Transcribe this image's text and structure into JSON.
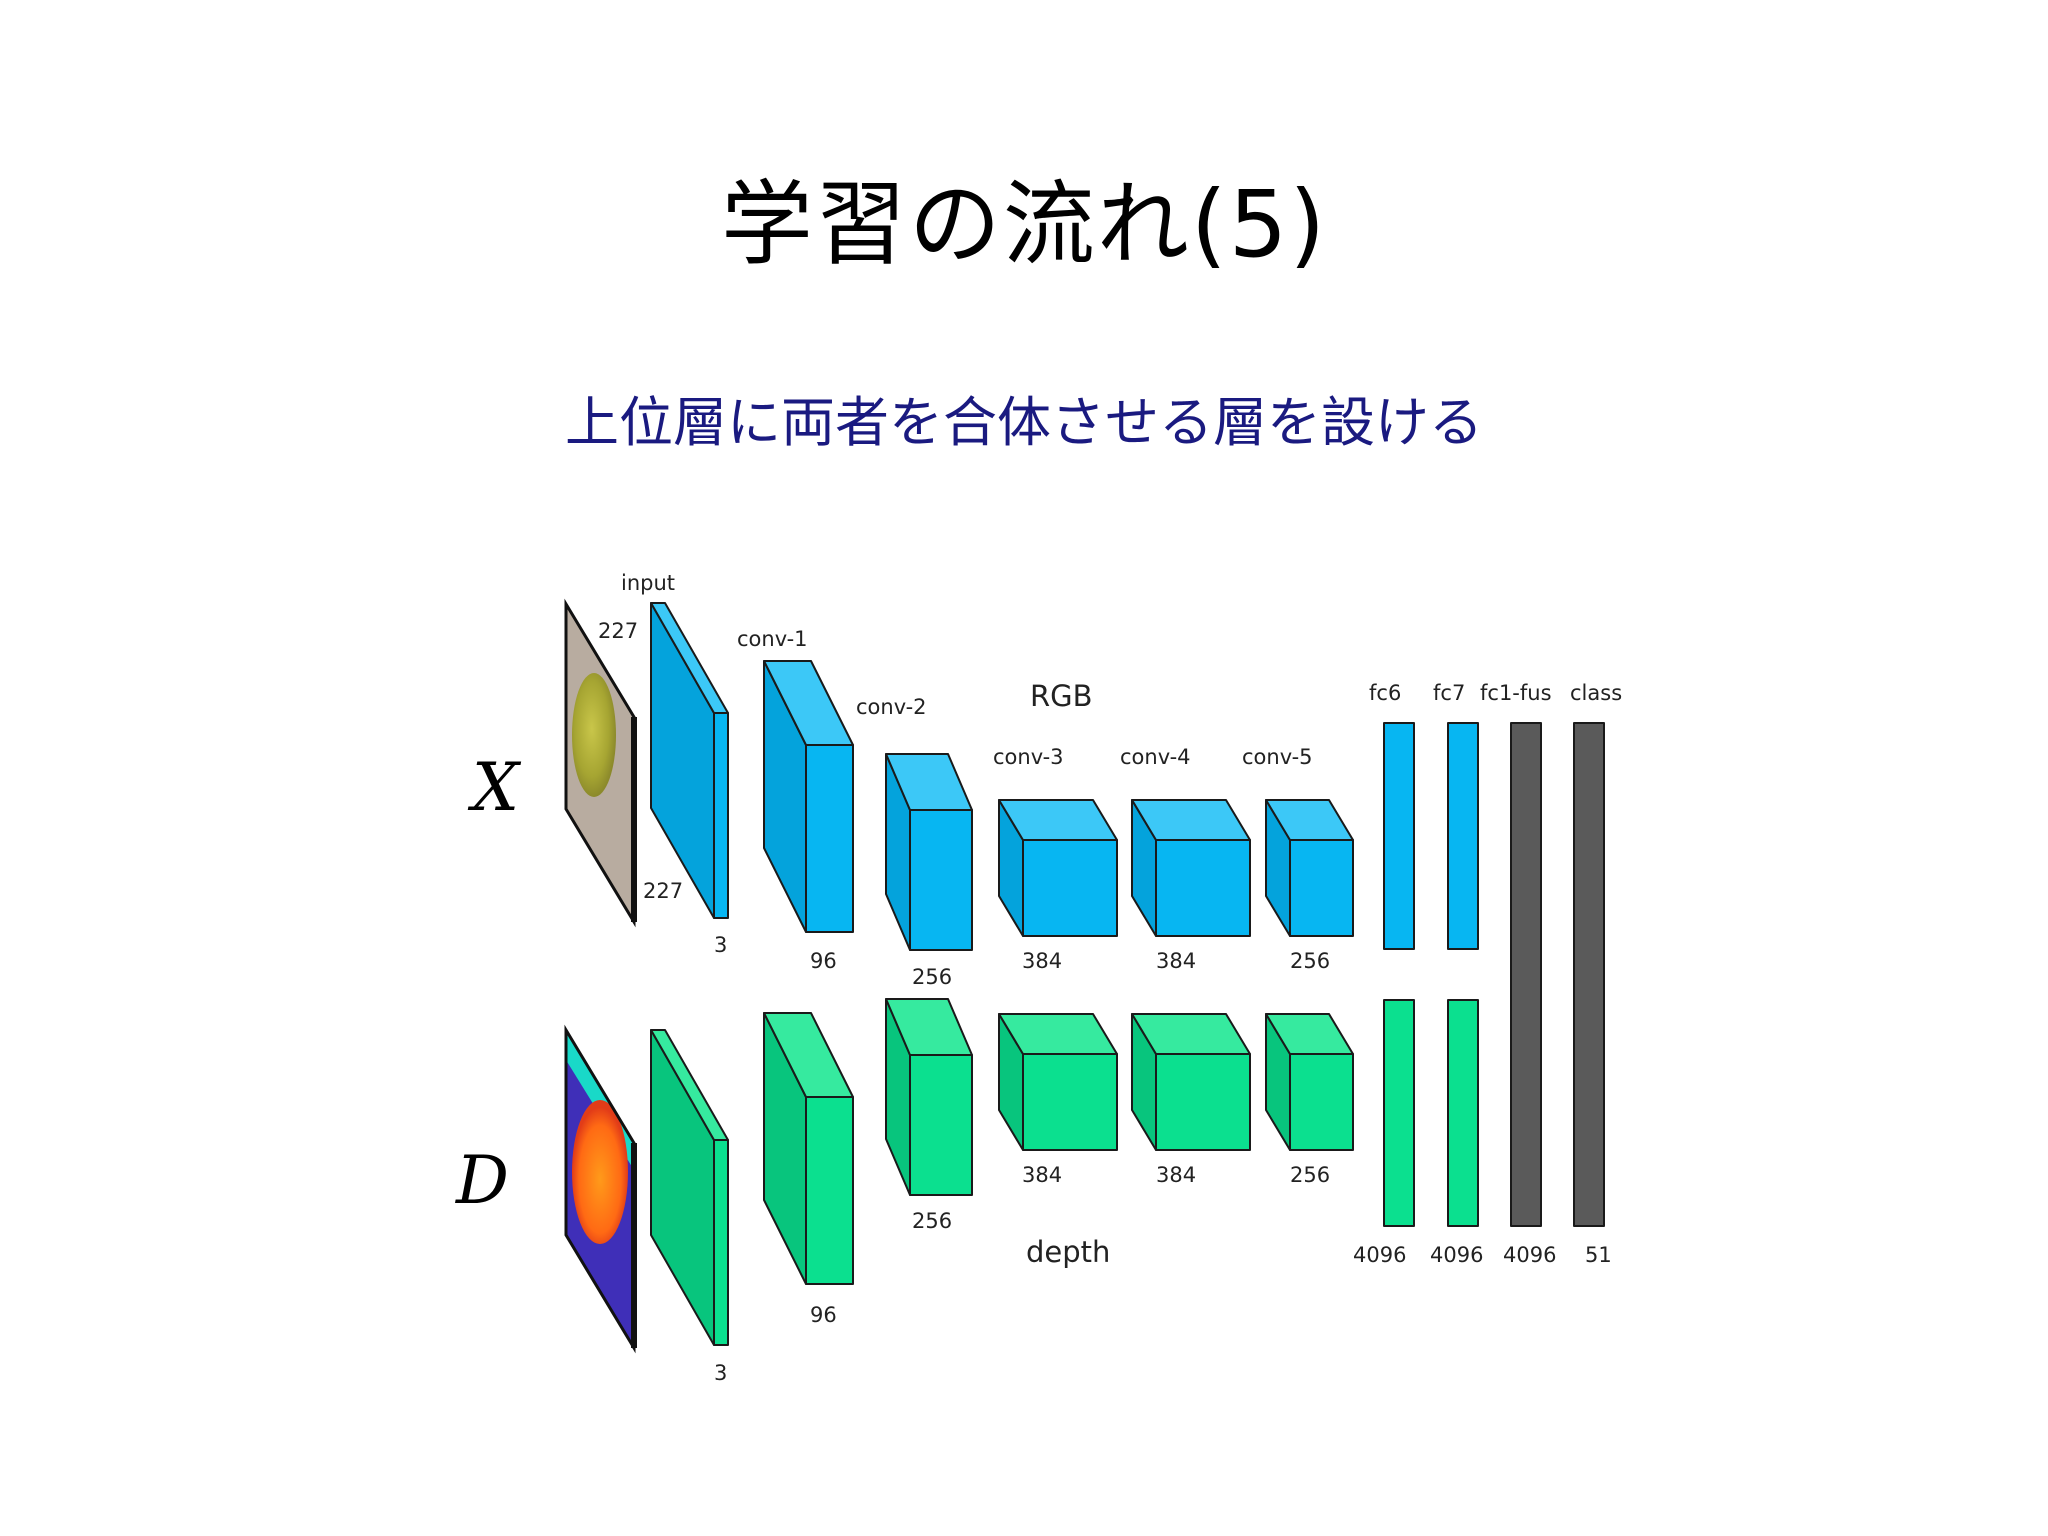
{
  "title": "学習の流れ(5)",
  "subtitle": "上位層に両者を合体させる層を設ける",
  "colors": {
    "subtitle": "#1a1a80",
    "rgb_front": "#07b6f2",
    "rgb_side": "#04a3dc",
    "rgb_top": "#3cc8f7",
    "depth_front": "#0be08f",
    "depth_side": "#08c57d",
    "depth_top": "#36ea9f",
    "fusion": "#5a5a5a"
  },
  "diagram": {
    "input_symbols": {
      "rgb": "X",
      "depth": "D"
    },
    "rgb_stream_label": "RGB",
    "depth_stream_label": "depth",
    "rgb_layers": [
      {
        "id": "input",
        "name": "input",
        "dim_top": "227",
        "dim_side": "227",
        "depth": "3"
      },
      {
        "id": "conv1",
        "name": "conv-1",
        "depth": "96"
      },
      {
        "id": "conv2",
        "name": "conv-2",
        "depth": "256"
      },
      {
        "id": "conv3",
        "name": "conv-3",
        "depth": "384"
      },
      {
        "id": "conv4",
        "name": "conv-4",
        "depth": "384"
      },
      {
        "id": "conv5",
        "name": "conv-5",
        "depth": "256"
      },
      {
        "id": "fc6",
        "name": "fc6"
      },
      {
        "id": "fc7",
        "name": "fc7"
      }
    ],
    "depth_layers": [
      {
        "id": "input",
        "depth": "3"
      },
      {
        "id": "conv1",
        "depth": "96"
      },
      {
        "id": "conv2",
        "depth": "256"
      },
      {
        "id": "conv3",
        "depth": "384"
      },
      {
        "id": "conv4",
        "depth": "384"
      },
      {
        "id": "conv5",
        "depth": "256"
      },
      {
        "id": "fc6",
        "depth": "4096"
      },
      {
        "id": "fc7",
        "depth": "4096"
      }
    ],
    "fusion_layers": [
      {
        "id": "fc1fus",
        "name": "fc1-fus",
        "size": "4096"
      },
      {
        "id": "class",
        "name": "class",
        "size": "51"
      }
    ]
  }
}
